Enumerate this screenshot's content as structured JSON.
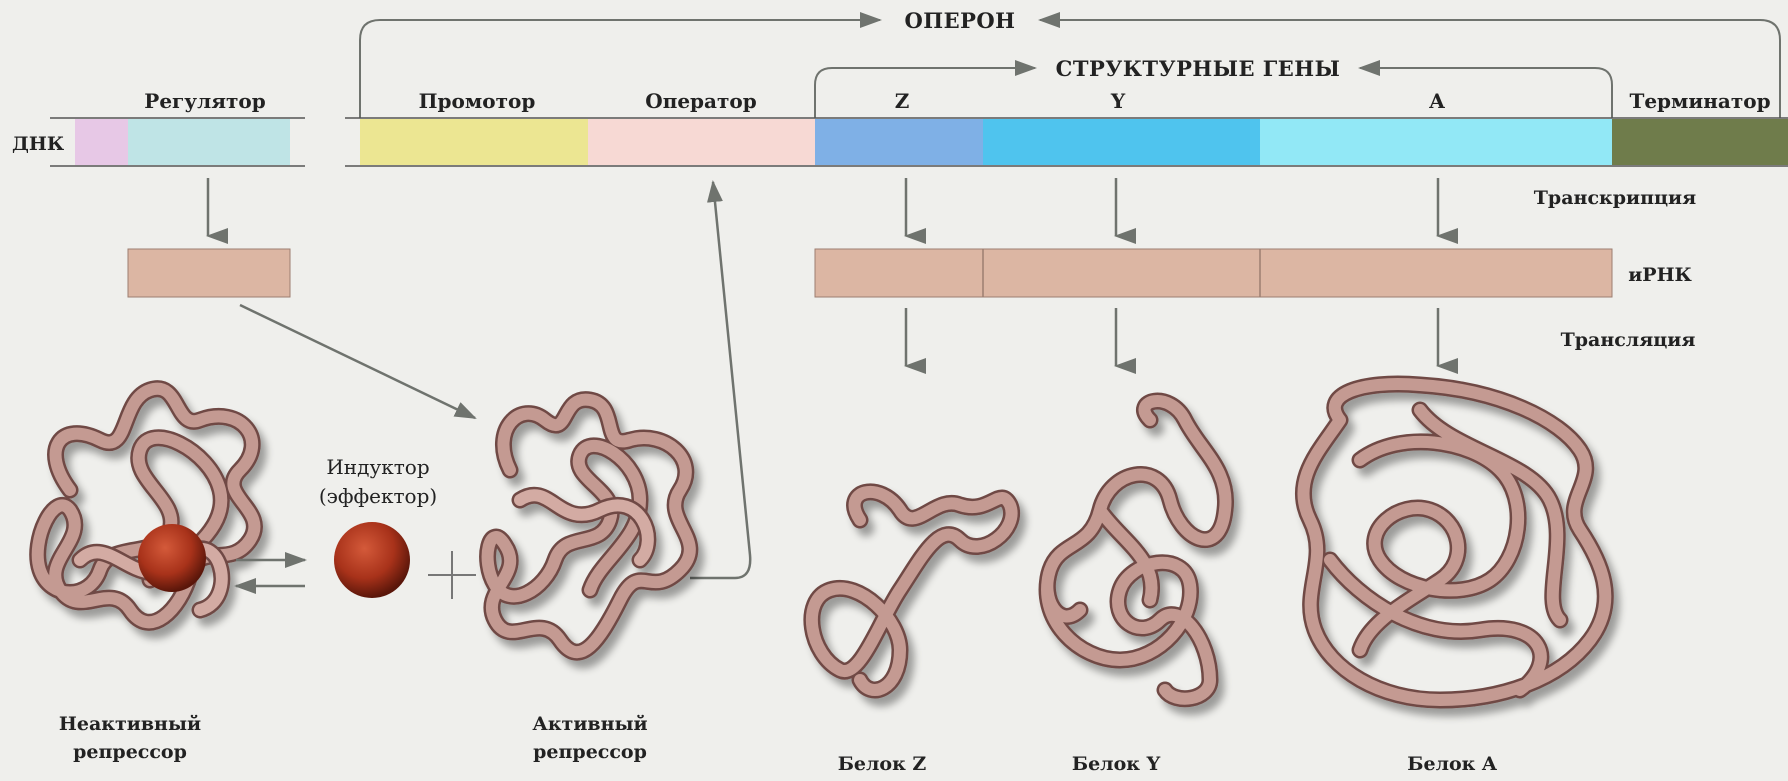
{
  "labels": {
    "operon": "ОПЕРОН",
    "structural_genes": "СТРУКТУРНЫЕ ГЕНЫ",
    "dna": "ДНК",
    "regulator": "Регулятор",
    "promoter": "Промотор",
    "operator": "Оператор",
    "gene_z": "Z",
    "gene_y": "Y",
    "gene_a": "A",
    "terminator": "Терминатор",
    "transcription": "Транскрипция",
    "mrna": "иРНК",
    "translation": "Трансляция",
    "inducer_line1": "Индуктор",
    "inducer_line2": "(эффектор)",
    "inactive_line1": "Неактивный",
    "inactive_line2": "репрессор",
    "active_line1": "Активный",
    "active_line2": "репрессор",
    "protein_z": "Белок Z",
    "protein_y": "Белок Y",
    "protein_a": "Белок A"
  },
  "colors": {
    "background": "#efefec",
    "regulator_left": "#e7c8e6",
    "regulator": "#bfe4e6",
    "promoter": "#ece692",
    "operator": "#f7d9d4",
    "gene_z": "#7fb0e6",
    "gene_y": "#4fc4ee",
    "gene_a": "#92e8f6",
    "terminator": "#6f7c4b",
    "rna": "#dcb6a3",
    "arrow": "#6f736e",
    "protein": "#c49a92",
    "protein_dark": "#6f4a45",
    "inducer": "#a8321a"
  }
}
